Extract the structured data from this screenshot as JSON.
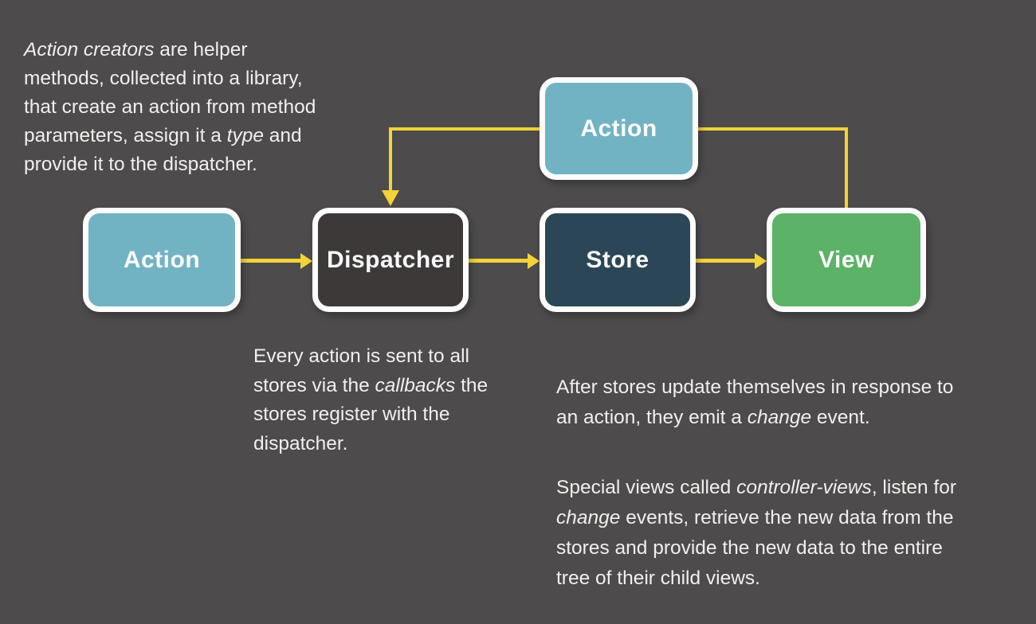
{
  "canvas": {
    "background": "#4d4b4c",
    "text_color": "#f2efec",
    "arrow_color": "#f2d339",
    "node_border_color": "#fdfdfd"
  },
  "nodes": {
    "action_top": {
      "label": "Action",
      "fill": "#72b3c3"
    },
    "action_left": {
      "label": "Action",
      "fill": "#72b3c3"
    },
    "dispatcher": {
      "label": "Dispatcher",
      "fill": "#3d3939"
    },
    "store": {
      "label": "Store",
      "fill": "#2b4656"
    },
    "view": {
      "label": "View",
      "fill": "#5cb267"
    }
  },
  "annotations": {
    "action_creators": {
      "seg1_italic": "Action creators",
      "seg2": " are helper\nmethods, collected into a library,\nthat create an action from method\nparameters, assign it a ",
      "seg3_italic": "type",
      "seg4": " and\nprovide it to the dispatcher."
    },
    "dispatcher_note": {
      "seg1": "Every action is sent to all\nstores via the ",
      "seg2_italic": "callbacks",
      "seg3": " the\nstores register with the\ndispatcher."
    },
    "store_note_p1": {
      "seg1": "After stores update themselves in response to\nan action, they emit a ",
      "seg2_italic": "change",
      "seg3": " event."
    },
    "store_note_p2": {
      "seg1": "Special views called ",
      "seg2_italic": "controller-views",
      "seg3": ", listen for\n",
      "seg4_italic": "change",
      "seg5": " events, retrieve the new data from the\nstores and provide the new data to the entire\ntree of their child views."
    }
  }
}
